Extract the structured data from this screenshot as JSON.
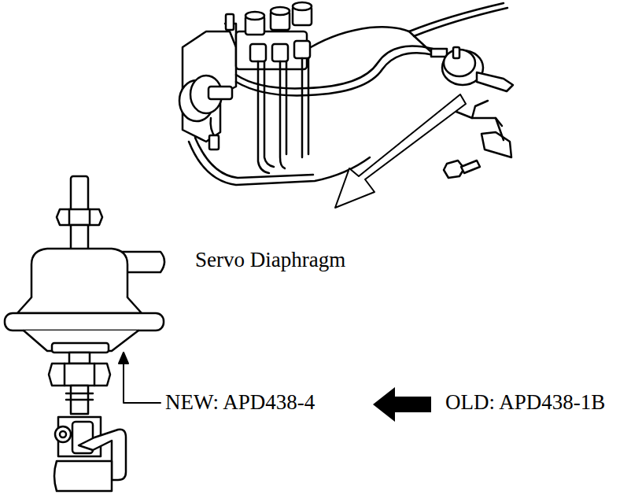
{
  "diagram": {
    "labels": [
      "Servo Diaphragm",
      "NEW: APD438-4",
      "OLD: APD438-1B"
    ]
  }
}
